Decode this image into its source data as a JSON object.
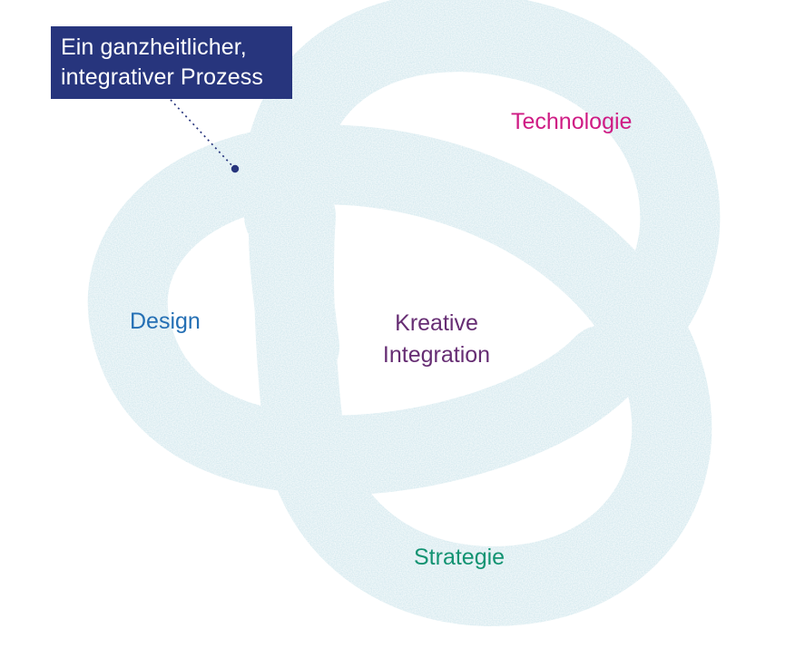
{
  "callout": {
    "line1": "Ein ganzheitlicher,",
    "line2": "integrativer Prozess"
  },
  "labels": {
    "technologie": "Technologie",
    "design": "Design",
    "kreative_line1": "Kreative",
    "kreative_line2": "Integration",
    "strategie": "Strategie"
  },
  "colors": {
    "callout_background": "#27357d",
    "callout_text": "#ffffff",
    "technologie": "#cf1b84",
    "design": "#246fb4",
    "kreative_integration": "#662d73",
    "strategie": "#129372",
    "knot": "#c9e3ea"
  },
  "icons": {
    "leader_endpoint": "dot-icon"
  }
}
